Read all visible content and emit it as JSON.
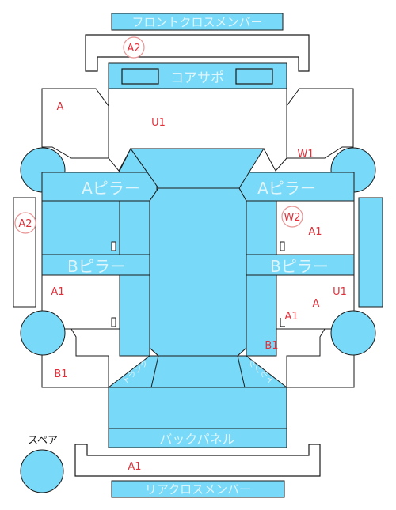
{
  "diagram": {
    "front_cross_member": "フロントクロスメンバー",
    "core_support": "コアサポ",
    "a_pillar_left": "Aピラー",
    "a_pillar_right": "Aピラー",
    "b_pillar_left": "Bピラー",
    "b_pillar_right": "Bピラー",
    "back_panel": "バックパネル",
    "rear_cross_member": "リアクロスメンバー",
    "spare_label": "スペア",
    "trunk_left_label": "トランク",
    "trunk_right_label": "トランク",
    "damage_codes": [
      "A2",
      "A",
      "U1",
      "W1",
      "A2",
      "W2",
      "A1",
      "A1",
      "A",
      "U1",
      "A1",
      "B1",
      "B1",
      "A1"
    ],
    "colors": {
      "fill": "#78d9f8",
      "stroke": "#1a1a1a",
      "label_on_fill": "#dff5fc",
      "code": "#e0303a",
      "circle": "#e89494"
    }
  }
}
